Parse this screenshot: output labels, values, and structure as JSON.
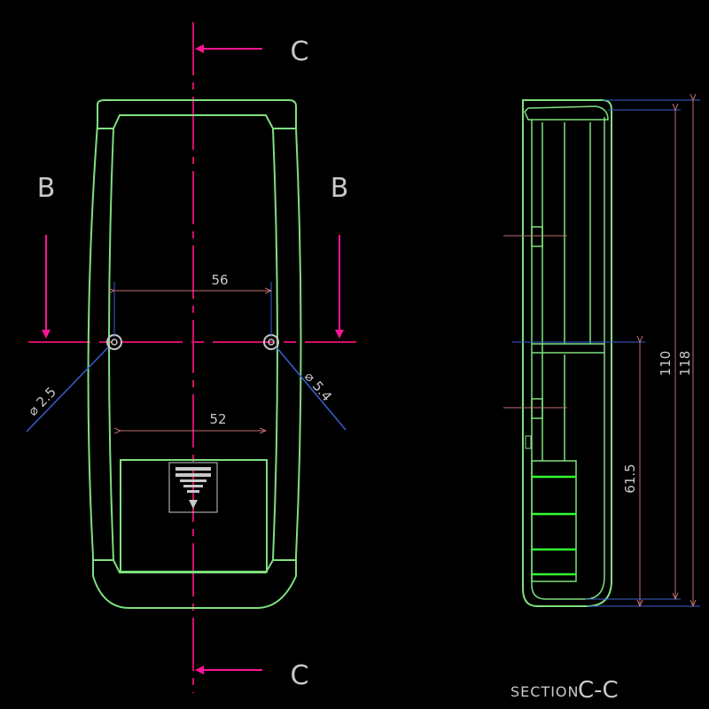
{
  "colors": {
    "background": "#000000",
    "outline": "#7fe07f",
    "outline_bright": "#33ff33",
    "centerline": "#d0106a",
    "arrow": "#ff1493",
    "dimension": "#c07070",
    "leader": "#3a5fcf",
    "text": "#c8c8c8"
  },
  "labels": {
    "section_c_top": "C",
    "section_c_bottom": "C",
    "section_b_left": "B",
    "section_b_right": "B",
    "section_title_word": "SECTION",
    "section_title_id": "C-C"
  },
  "dimensions": {
    "hole_spacing": "56",
    "inner_width": "52",
    "hole_diameter_left": "⌀ 2.5",
    "hole_diameter_right": "⌀ 5.4",
    "height_inner": "110",
    "height_overall": "118",
    "height_partial": "61.5"
  }
}
